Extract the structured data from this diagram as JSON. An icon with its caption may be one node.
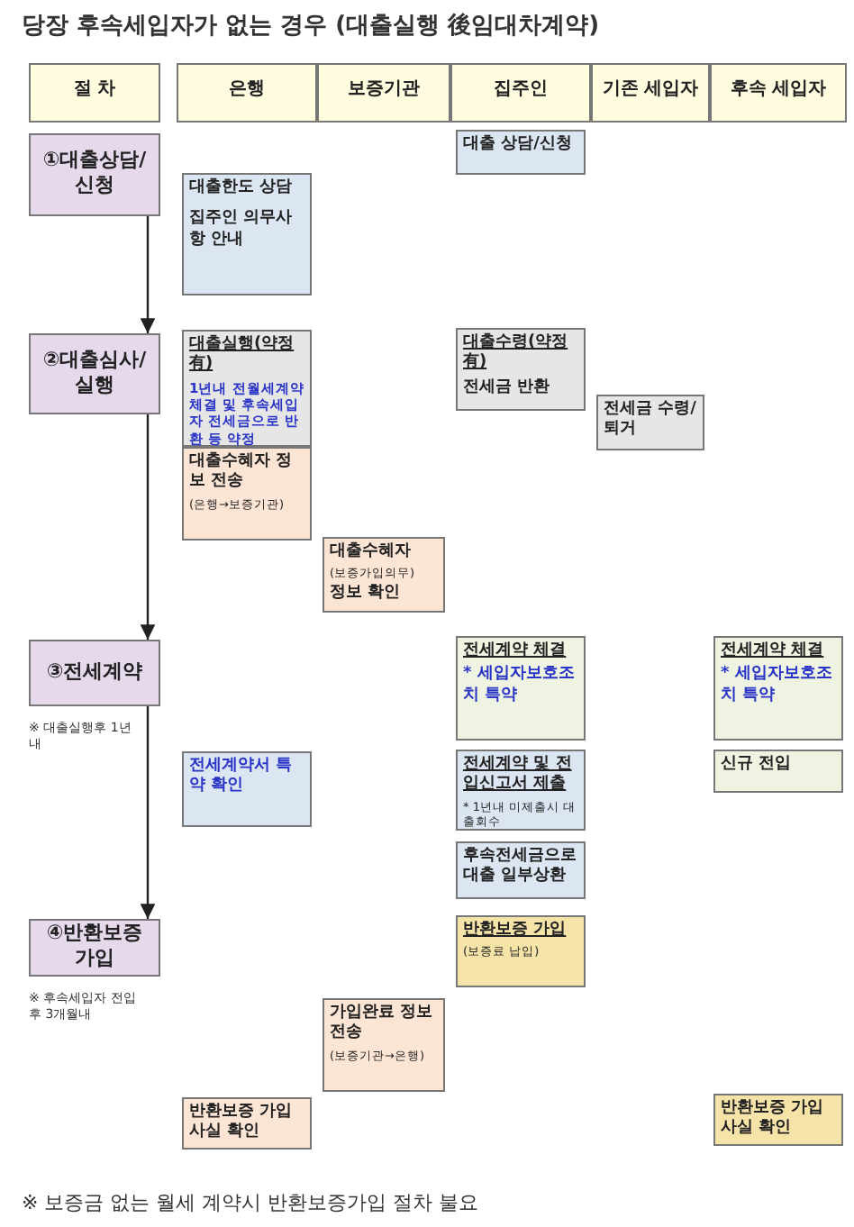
{
  "diagram": {
    "title": "당장 후속세입자가 없는 경우 (대출실행 後임대차계약)",
    "caption": "※ 보증금 없는 월세 계약시 반환보증가입 절차 불요",
    "nodes": [
      {
        "text": [
          "절 차"
        ]
      },
      {
        "text": [
          "은행"
        ]
      },
      {
        "text": [
          "보증기관"
        ]
      },
      {
        "text": [
          "집주인"
        ]
      },
      {
        "text": [
          "기존 세입자"
        ]
      },
      {
        "text": [
          "후속 세입자"
        ]
      },
      {
        "text": [
          "①대출상담/신청"
        ]
      },
      {
        "text": [
          "대출 상담/신청"
        ]
      },
      {
        "text": [
          "대출한도 상담",
          "집주인 의무사항 안내"
        ]
      },
      {
        "text": [
          "②대출심사/실행"
        ]
      },
      {
        "text": [
          "대출실행(약정有)",
          "1년내 전월세계약 체결 및 후속세입자 전세금으로 반환 등 약정"
        ]
      },
      {
        "text": [
          "대출수혜자 정보 전송",
          "(은행→보증기관)"
        ]
      },
      {
        "text": [
          "대출수령(약정有)",
          "전세금 반환"
        ]
      },
      {
        "text": [
          "전세금 수령/퇴거"
        ]
      },
      {
        "text": [
          "대출수혜자",
          "(보증가입의무)",
          "정보 확인"
        ]
      },
      {
        "text": [
          "③전세계약"
        ],
        "beside": [
          "※ 대출실행후 1년내"
        ]
      },
      {
        "text": [
          "전세계약 체결",
          "* 세입자보호조치 특약"
        ]
      },
      {
        "text": [
          "전세계약 체결",
          "* 세입자보호조치 특약"
        ]
      },
      {
        "text": [
          "전세계약서 특약 확인"
        ]
      },
      {
        "text": [
          "전세계약 및 전입신고서 제출",
          "* 1년내 미제출시 대출회수"
        ]
      },
      {
        "text": [
          "신규 전입"
        ]
      },
      {
        "text": [
          "후속전세금으로 대출 일부상환"
        ]
      },
      {
        "text": [
          "④반환보증 가입"
        ],
        "beside": [
          "※ 후속세입자 전입후 3개월내"
        ]
      },
      {
        "text": [
          "반환보증 가입",
          "(보증료 납입)"
        ]
      },
      {
        "text": [
          "가입완료 정보 전송",
          "(보증기관→은행)"
        ]
      },
      {
        "text": [
          "반환보증 가입사실 확인"
        ]
      },
      {
        "text": [
          "반환보증 가입사실 확인"
        ]
      }
    ],
    "edges": [
      {
        "from": 6,
        "to": 9,
        "arrow": "to"
      },
      {
        "from": 9,
        "to": 15,
        "arrow": "to"
      },
      {
        "from": 15,
        "to": 22,
        "arrow": "to"
      }
    ]
  }
}
